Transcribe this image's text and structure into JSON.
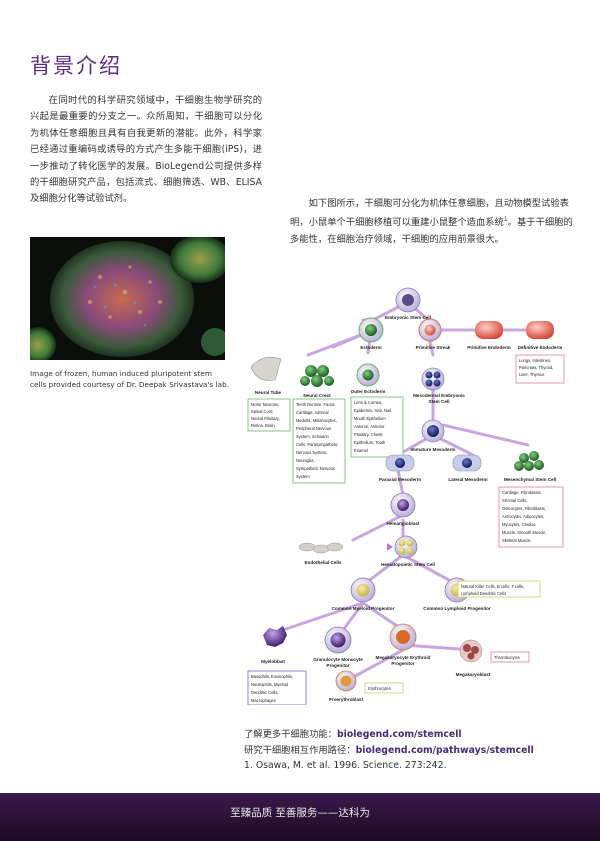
{
  "title": "背景介绍",
  "intro": "在同时代的科学研究领域中，干细胞生物学研究的兴起是最重要的分支之一。众所周知，干细胞可以分化为机体任意细胞且具有自我更新的潜能。此外，科学家已经通过重编码或诱导的方式产生多能干细胞(iPS)，进一步推动了转化医学的发展。BioLegend公司提供多样的干细胞研究产品，包括流式、细胞筛选、WB、ELISA及细胞分化等试验试剂。",
  "intro2_text": "如下图所示，干细胞可分化为机体任意细胞，且动物模型试验表明，小鼠单个干细胞移植可以重建小鼠整个造血系统",
  "intro2_sup": "1",
  "intro2_tail": "。基于干细胞的多能性，在细胞治疗领域，干细胞的应用前景很大。",
  "photo_caption": "Image of frozen, human induced pluripotent stem cells provided courtesy of Dr. Deepak Srivastava's lab.",
  "diagram": {
    "embryonic": "Embryonic Stem Cell",
    "ectoderm": "Ectoderm",
    "primitive_streak": "Primitive Streak",
    "primitive_endoderm": "Primitive Endoderm",
    "definitive_endoderm": "Definitive Endoderm",
    "endoderm_box": [
      "Lungs, Intestines,",
      "Pancreas, Thyroid,",
      "Liver, Thymus"
    ],
    "neural_tube": "Neural Tube",
    "neural_crest": "Neural Crest",
    "outer_ectoderm": "Outer Ectoderm",
    "mesodermal_l1": "Mesodermal Embryonic",
    "mesodermal_l2": "Stem Cell",
    "neural_tube_box": [
      "Motor Neurons,",
      "Spinal Cord,",
      "Neural Pituitary,",
      "Retina, Brain"
    ],
    "neural_crest_box": [
      "Teeth Dentine, Facial",
      "Cartilage, Adrenal",
      "Medulla, Melanocytes,",
      "Peripheral Nervous",
      "System, Schwann",
      "Cells, Parasympathetic",
      "Nervous System,",
      "Neuroglia,",
      "Sympathetic Nervous",
      "System"
    ],
    "outer_ectoderm_box": [
      "Lens & Cornea,",
      "Epidermis, Hair, Nail,",
      "Mouth Epithelium",
      "Anterior, Anterior",
      "Pituitary, Cheek",
      "Epithelium, Tooth",
      "Enamel"
    ],
    "immature_mesoderm": "Immature Mesoderm",
    "paraxial_mesoderm": "Paraxial Mesoderm",
    "lateral_mesoderm": "Lateral Mesoderm",
    "mesenchymal": "Mesenchymal Stem Cell",
    "mesenchymal_box": [
      "Cartilage, Fibroblasts,",
      "Stromal Cells,",
      "Osteocytes, Fibroblasts,",
      "Astrocytes, Adipocytes,",
      "Myocytes, Cardiac",
      "Muscle, Smooth Muscle,",
      "Skeletal Muscle"
    ],
    "hemangioblast": "Hemangioblast",
    "endothelial": "Endothelial Cells",
    "hematopoietic": "Hematopoietic Stem Cell",
    "lymphoid_box": [
      "Natural Killer Cells, B cells, T cells,",
      "Lymphoid Dendritic Cells"
    ],
    "cmp": "Common Myeloid Progenitor",
    "clp": "Common Lymphoid Progenitor",
    "myeloblast": "Myeloblast",
    "gmp_l1": "Granulocyte Monocyte",
    "gmp_l2": "Progenitor",
    "mep_l1": "Megakaryocyte Erythroid",
    "mep_l2": "Progenitor",
    "thrombocytes": "Thrombocytes",
    "myeloblast_box": [
      "Basophils, Eosinophils,",
      "Neutrophils, Myeloid",
      "Dendritic Cells,",
      "Macrophages"
    ],
    "erythrocytes": "Erythrocytes",
    "megakaryoblast": "Megakaryoblast",
    "proerythroblast": "Proerythroblast"
  },
  "links": {
    "line1_prefix": "了解更多干细胞功能：",
    "line1_url": "biolegend.com/stemcell",
    "line2_prefix": "研究干细胞相互作用路径：",
    "line2_url": "biolegend.com/pathways/stemcell",
    "reference": "1. Osawa, M. et al. 1996. Science. 273:242."
  },
  "footer_text": "至臻品质  至善服务——达科为",
  "colors": {
    "title": "#5c2d82",
    "url": "#4a2a73",
    "footer": "#2a1235"
  }
}
